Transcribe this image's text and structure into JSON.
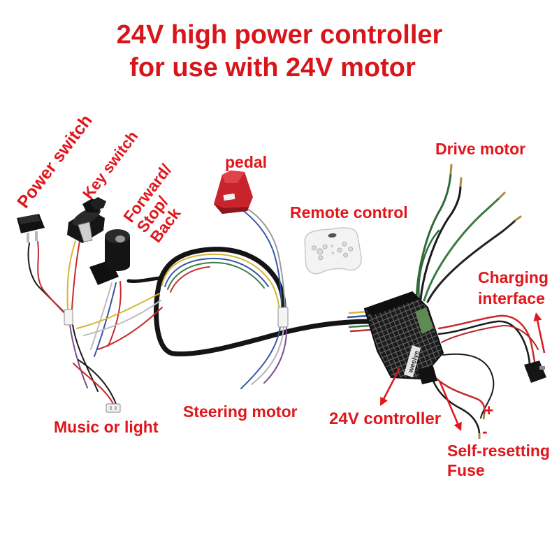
{
  "title": {
    "line1": "24V high power controller",
    "line2": "for use with 24V motor"
  },
  "labels": {
    "power_switch": "Power switch",
    "key_switch": "Key switch",
    "forward_stop_back": [
      "Forward/",
      "Stop/",
      "Back"
    ],
    "pedal": "pedal",
    "remote_control": "Remote control",
    "drive_motor": "Drive motor",
    "charging_interface": [
      "Charging",
      "interface"
    ],
    "steering_motor": "Steering motor",
    "controller": "24V controller",
    "music_or_light": "Music or light",
    "fuse": [
      "Self-resetting",
      "Fuse"
    ],
    "plus": "+",
    "minus": "-"
  },
  "logo": "weelye",
  "colors": {
    "title": "#d8151b",
    "label": "#e0161c",
    "background": "#ffffff",
    "pedal": "#c8242b",
    "controller": "#1c1c1c"
  }
}
